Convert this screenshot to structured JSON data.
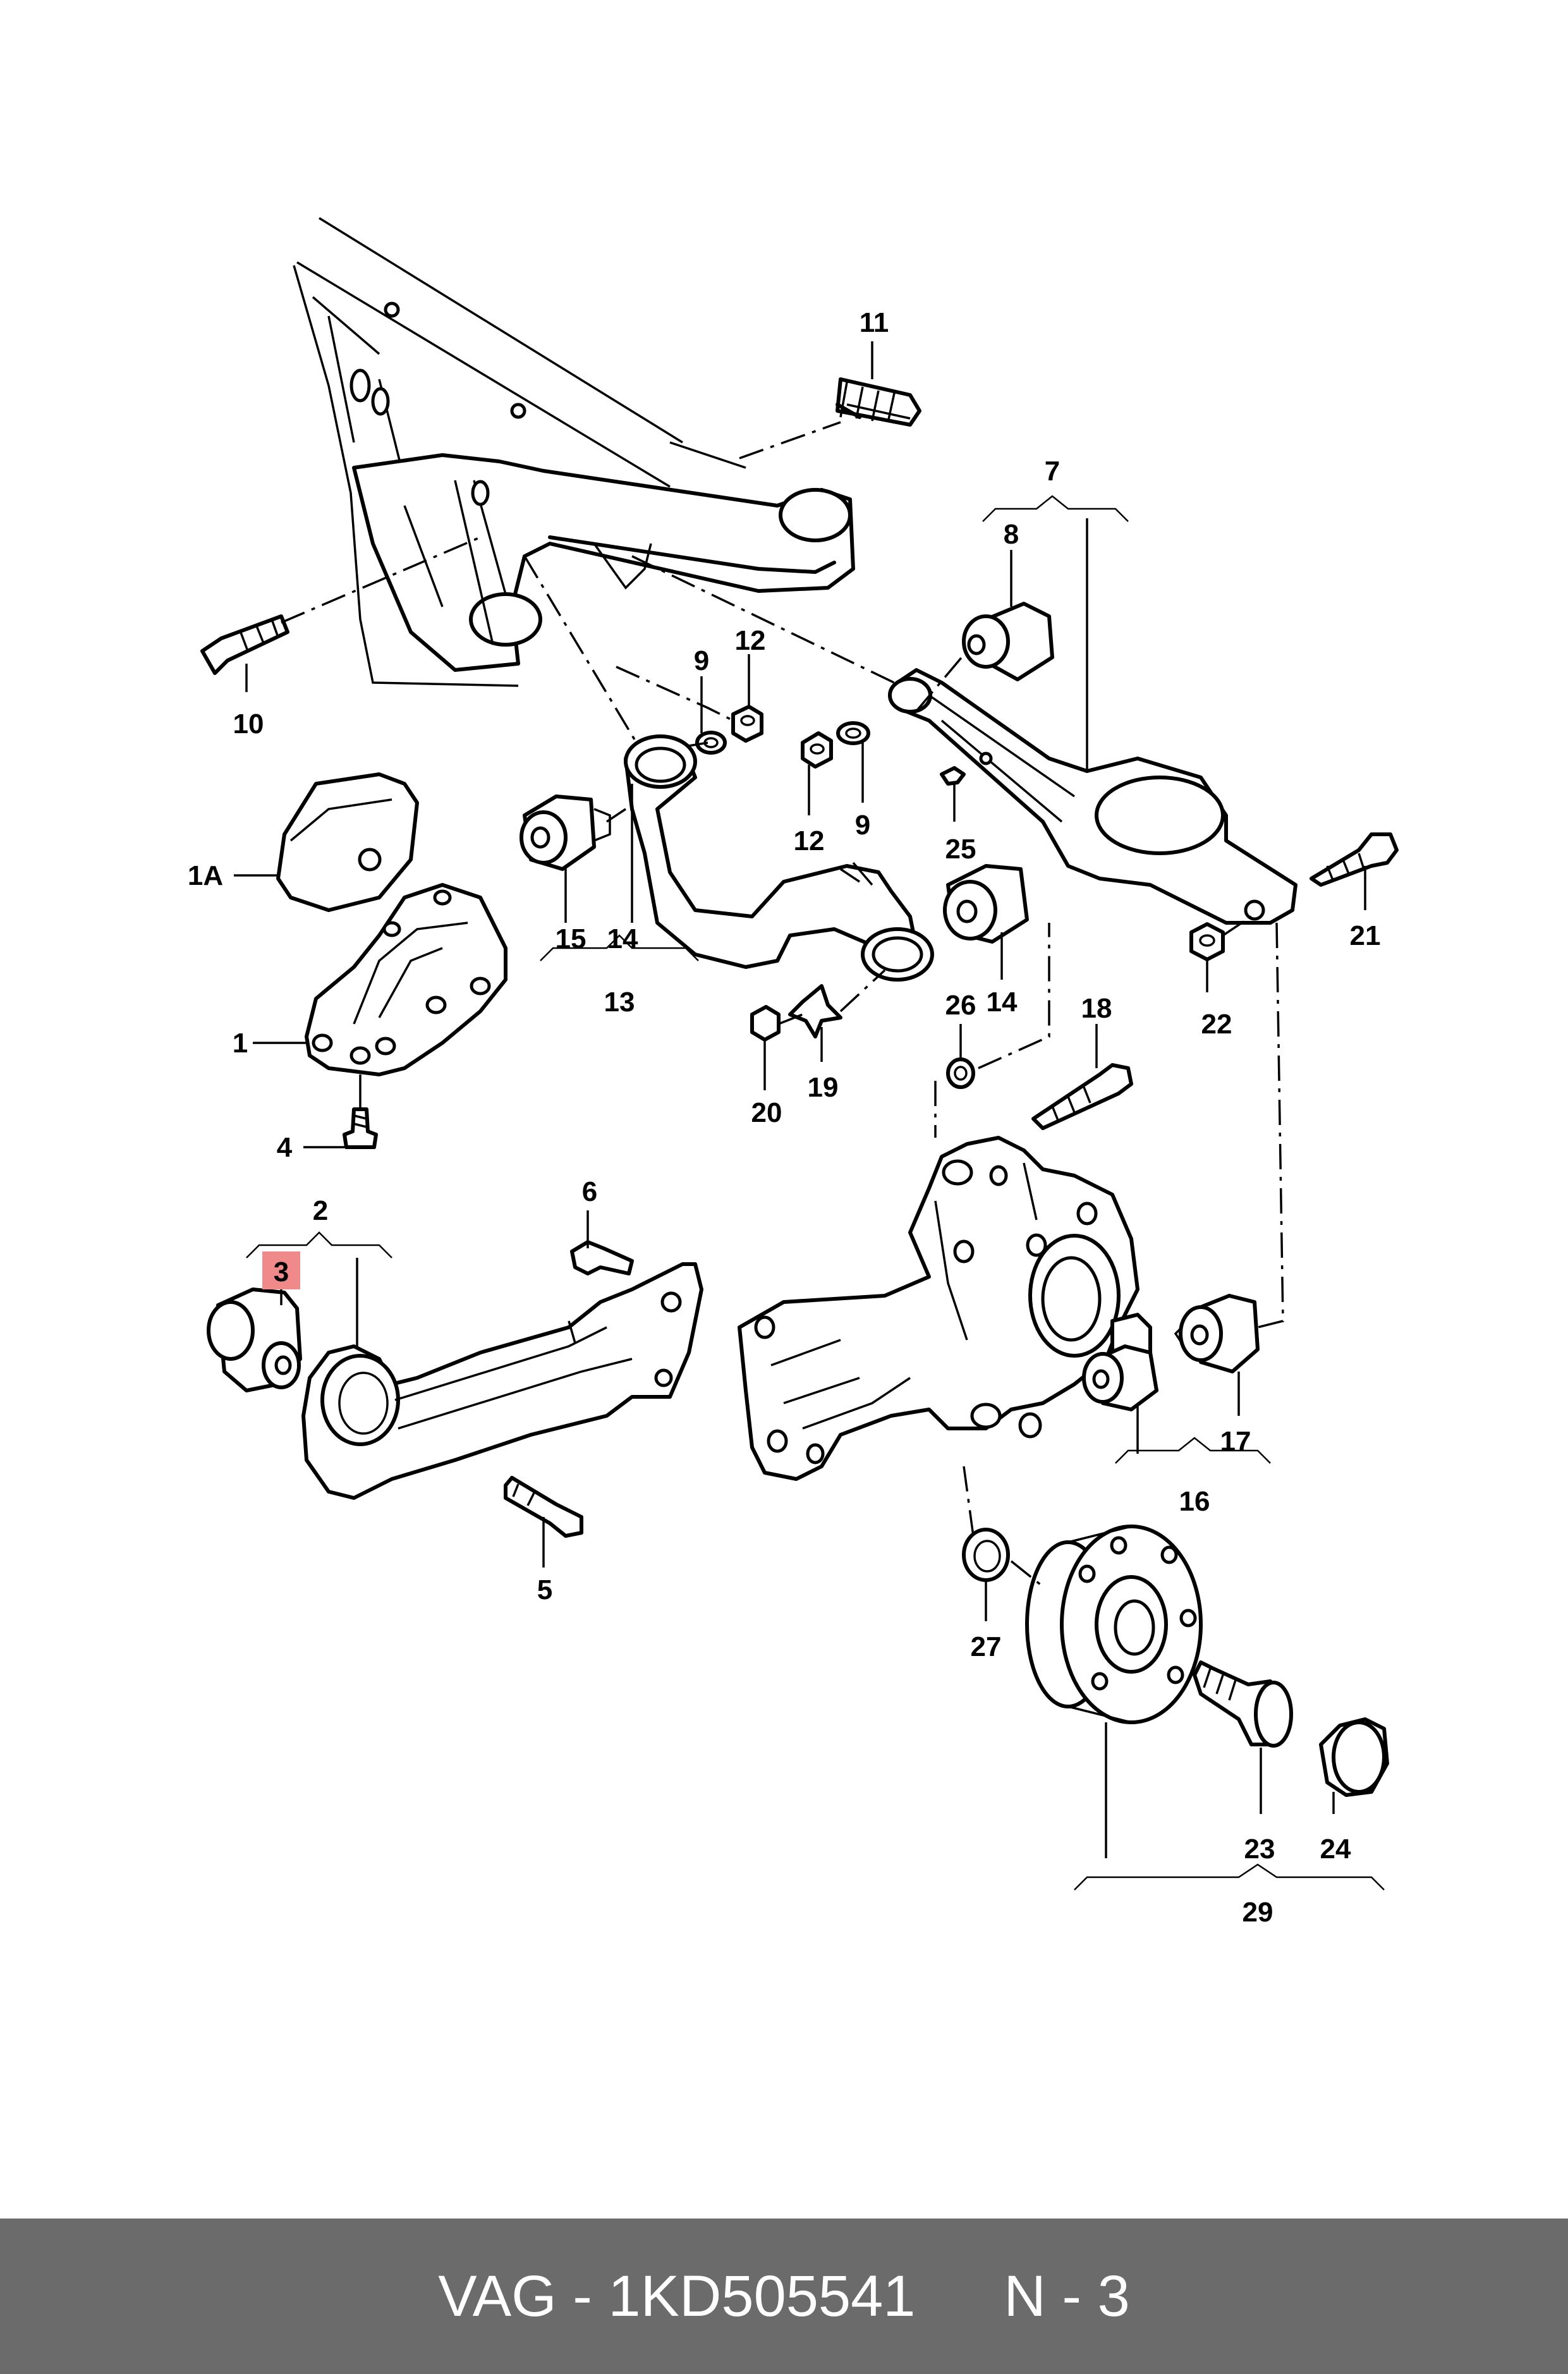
{
  "labels": {
    "l1A": "1A",
    "l1": "1",
    "l2": "2",
    "l3": "3",
    "l4": "4",
    "l5": "5",
    "l6": "6",
    "l7": "7",
    "l8": "8",
    "l9a": "9",
    "l9b": "9",
    "l10": "10",
    "l11": "11",
    "l12a": "12",
    "l12b": "12",
    "l13": "13",
    "l14a": "14",
    "l14b": "14",
    "l15": "15",
    "l16": "16",
    "l17": "17",
    "l18": "18",
    "l19": "19",
    "l20": "20",
    "l21": "21",
    "l22": "22",
    "l23": "23",
    "l24": "24",
    "l25": "25",
    "l26": "26",
    "l27": "27",
    "l29": "29"
  },
  "highlight": {
    "part": "3",
    "color": "#f08a8a"
  },
  "footer": {
    "brand_part": "VAG - 1KD505541",
    "ref": "N - 3",
    "background": "#6b6b6b"
  }
}
